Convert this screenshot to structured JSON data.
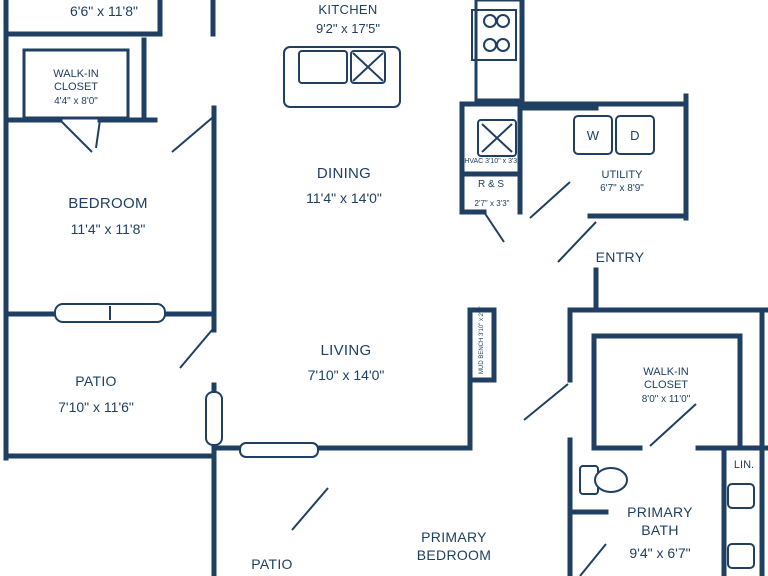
{
  "colors": {
    "wall": "#1f3f63",
    "fill": "#ffffff",
    "door_swing": "#8a9bb0"
  },
  "rooms": {
    "top_left": {
      "dim": "6'6\" x 11'8\""
    },
    "kitchen": {
      "name": "KITCHEN",
      "dim": "9'2\" x 17'5\""
    },
    "walkin_closet_1": {
      "name_line1": "WALK-IN",
      "name_line2": "CLOSET",
      "dim": "4'4\" x 8'0\""
    },
    "bedroom": {
      "name": "BEDROOM",
      "dim": "11'4\" x 11'8\""
    },
    "dining": {
      "name": "DINING",
      "dim": "11'4\" x 14'0\""
    },
    "hvac": {
      "label": "HVAC 3'10\" x 3'3\""
    },
    "rs": {
      "name": "R & S",
      "dim": "2'7\" x 3'3\""
    },
    "utility": {
      "name": "UTILITY",
      "dim": "6'7\" x 8'9\"",
      "washer": "W",
      "dryer": "D"
    },
    "entry": {
      "name": "ENTRY"
    },
    "patio_1": {
      "name": "PATIO",
      "dim": "7'10\" x 11'6\""
    },
    "living": {
      "name": "LIVING",
      "dim": "7'10\" x 14'0\""
    },
    "mud_bench": {
      "label": "MUD BENCH 3'10\" x 2'0\""
    },
    "walkin_closet_2": {
      "name_line1": "WALK-IN",
      "name_line2": "CLOSET",
      "dim": "8'0\" x 11'0\""
    },
    "linen": {
      "name": "LIN."
    },
    "primary_bath": {
      "name_line1": "PRIMARY",
      "name_line2": "BATH",
      "dim": "9'4\" x 6'7\""
    },
    "primary_bedroom": {
      "name_line1": "PRIMARY",
      "name_line2": "BEDROOM"
    },
    "patio_2": {
      "name": "PATIO"
    }
  }
}
